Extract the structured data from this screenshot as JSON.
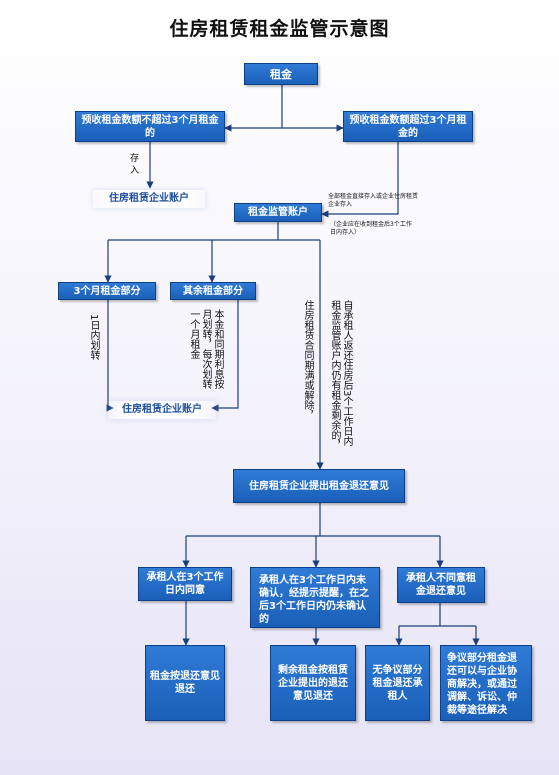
{
  "title": "住房租赁租金监管示意图",
  "colors": {
    "box_fill": "#1a5fb8",
    "box_border": "#0f3f85",
    "line": "#1b3f7a",
    "account_text": "#1d4f9a"
  },
  "nodes": {
    "rent": "租金",
    "prepaid_le3": "预收租金数额不超过3个月租金的",
    "prepaid_gt3": "预收租金数额超过3个月租金的",
    "deposit_label": "存入",
    "enterprise_account_1": "住房租赁企业账户",
    "full_deposit_note": "全部租金直接存入或企业住房租赁企业存入",
    "deposit_time_note": "（企业应在收到租金后3个工作日内存入）",
    "supervision_account": "租金监管账户",
    "three_month_part": "3个月租金部分",
    "remaining_part": "其余租金部分",
    "transfer_1day": "1日内划转",
    "monthly_transfer": "本金和同期利息按月划转，每次划转一个月租金",
    "enterprise_account_2": "住房租赁企业账户",
    "contract_end_note": "住房租赁合同期满或解除，",
    "refund_note": "自承租人返还住房后3个工作日内租金监管账户内仍有租金剩余的，",
    "enterprise_refund_request": "住房租赁企业提出租金退还意见",
    "tenant_agree": "承租人在3个工作日内同意",
    "tenant_no_confirm": "承租人在3个工作日内未确认，经提示提醒，在之后3个工作日内仍未确认的",
    "tenant_disagree": "承租人不同意租金退还意见",
    "refund_by_opinion": "租金按退还意见退还",
    "remaining_refund": "剩余租金按租赁企业提出的退还意见退还",
    "undisputed_refund": "无争议部分租金退还承租人",
    "disputed_resolution": "争议部分租金退还可以与企业协商解决，或通过调解、诉讼、仲裁等途径解决"
  }
}
